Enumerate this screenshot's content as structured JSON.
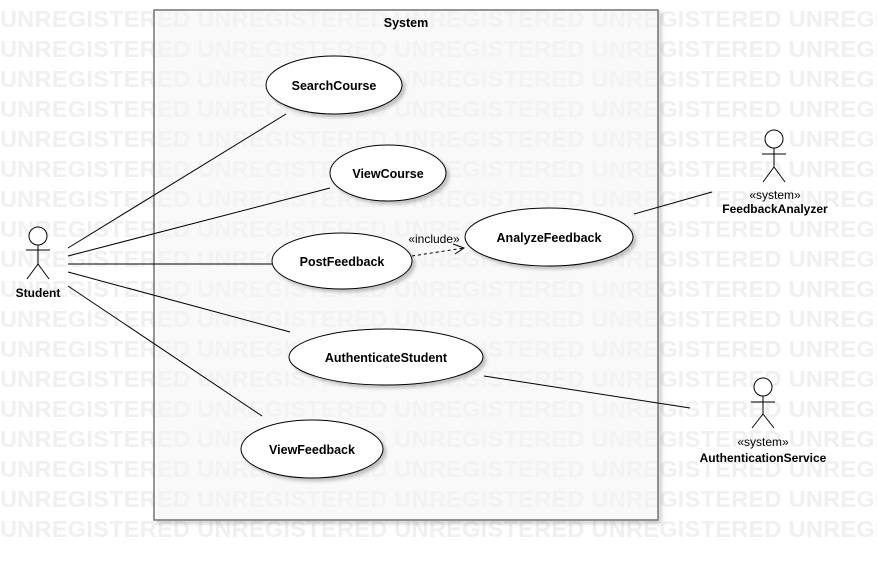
{
  "watermark": "UNREGISTERED",
  "system": {
    "title": "System"
  },
  "use_cases": [
    {
      "id": "search",
      "label": "SearchCourse"
    },
    {
      "id": "view",
      "label": "ViewCourse"
    },
    {
      "id": "post",
      "label": "PostFeedback"
    },
    {
      "id": "analyze",
      "label": "AnalyzeFeedback"
    },
    {
      "id": "auth",
      "label": "AuthenticateStudent"
    },
    {
      "id": "viewfb",
      "label": "ViewFeedback"
    }
  ],
  "actors": [
    {
      "id": "student",
      "name": "Student",
      "stereotype": ""
    },
    {
      "id": "analyzer",
      "name": "FeedbackAnalyzer",
      "stereotype": "«system»"
    },
    {
      "id": "authsvc",
      "name": "AuthenticationService",
      "stereotype": "«system»"
    }
  ],
  "relations": [
    {
      "type": "include",
      "label": "«include»",
      "from": "post",
      "to": "analyze"
    }
  ]
}
